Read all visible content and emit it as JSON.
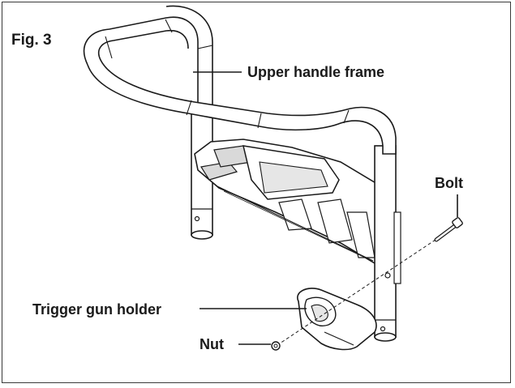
{
  "figure": {
    "title": "Fig. 3"
  },
  "callouts": {
    "upper_handle_frame": "Upper handle frame",
    "bolt": "Bolt",
    "trigger_gun_holder": "Trigger gun holder",
    "nut": "Nut"
  },
  "colors": {
    "line": "#1a1a1a",
    "tube_fill": "#ffffff",
    "shade": "#d9d9d9",
    "border": "#3a3a3a"
  }
}
